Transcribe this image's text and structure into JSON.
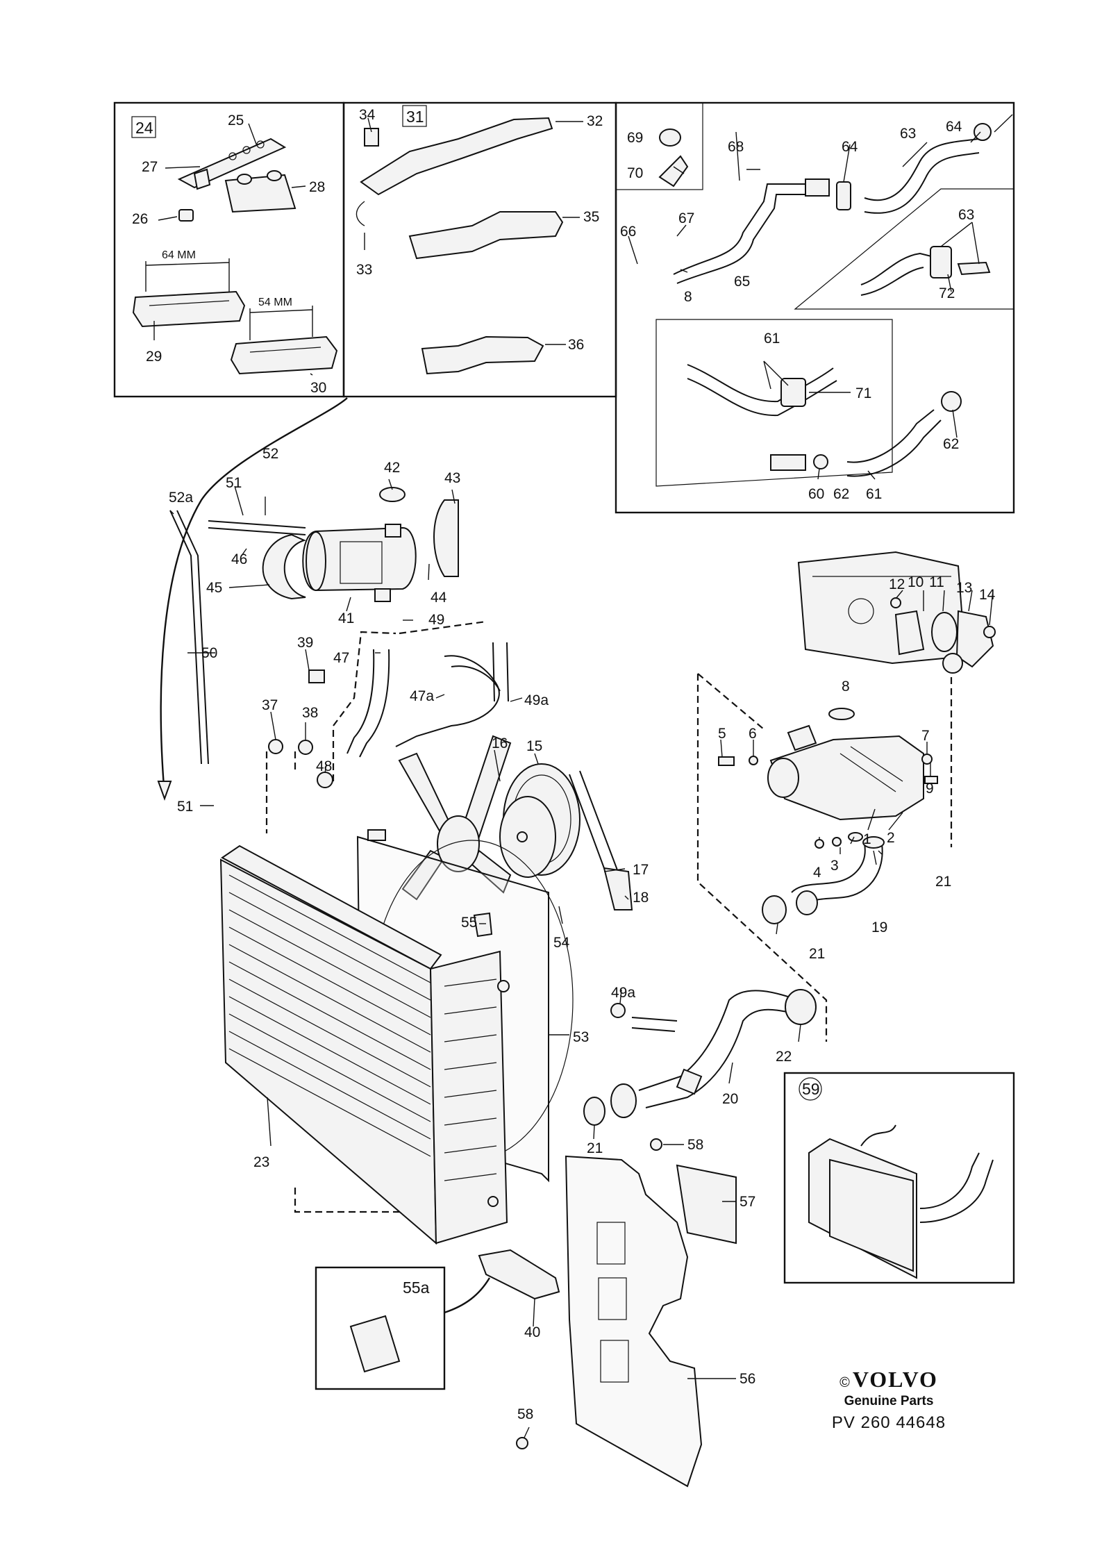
{
  "diagram": {
    "inset_box_numbers": {
      "b24": "24",
      "b31": "31",
      "b59": "59"
    },
    "inset_box_labels": {
      "b55a": "55a"
    },
    "dimensions": {
      "d64": "64 MM",
      "d54": "54 MM"
    },
    "callouts": {
      "c1": "1",
      "c2": "2",
      "c3": "3",
      "c4": "4",
      "c5": "5",
      "c6": "6",
      "c7": "7",
      "c8a": "8",
      "c8b": "8",
      "c9": "9",
      "c10": "10",
      "c11": "11",
      "c12": "12",
      "c13": "13",
      "c14": "14",
      "c15": "15",
      "c16": "16",
      "c17": "17",
      "c18": "18",
      "c19": "19",
      "c20": "20",
      "c21a": "21",
      "c21b": "21",
      "c21c": "21",
      "c22": "22",
      "c23": "23",
      "c25": "25",
      "c26": "26",
      "c27": "27",
      "c28": "28",
      "c29": "29",
      "c30": "30",
      "c32": "32",
      "c33": "33",
      "c34": "34",
      "c35": "35",
      "c36": "36",
      "c37": "37",
      "c38": "38",
      "c39": "39",
      "c40": "40",
      "c41": "41",
      "c42": "42",
      "c43": "43",
      "c44": "44",
      "c45": "45",
      "c46": "46",
      "c47": "47",
      "c47a": "47a",
      "c48": "48",
      "c49": "49",
      "c49a1": "49a",
      "c49a2": "49a",
      "c50": "50",
      "c51a": "51",
      "c51b": "51",
      "c52": "52",
      "c52a": "52a",
      "c53": "53",
      "c54": "54",
      "c55": "55",
      "c56": "56",
      "c57": "57",
      "c58a": "58",
      "c58b": "58",
      "c60": "60",
      "c61a": "61",
      "c61b": "61",
      "c62a": "62",
      "c62b": "62",
      "c63a": "63",
      "c63b": "63",
      "c64a": "64",
      "c64b": "64",
      "c65": "65",
      "c66": "66",
      "c67": "67",
      "c68": "68",
      "c69": "69",
      "c70": "70",
      "c71": "71",
      "c72": "72"
    }
  },
  "brand": {
    "copyright_symbol": "©",
    "logo": "VOLVO",
    "subtitle": "Genuine Parts",
    "code": "PV 260 44648"
  }
}
